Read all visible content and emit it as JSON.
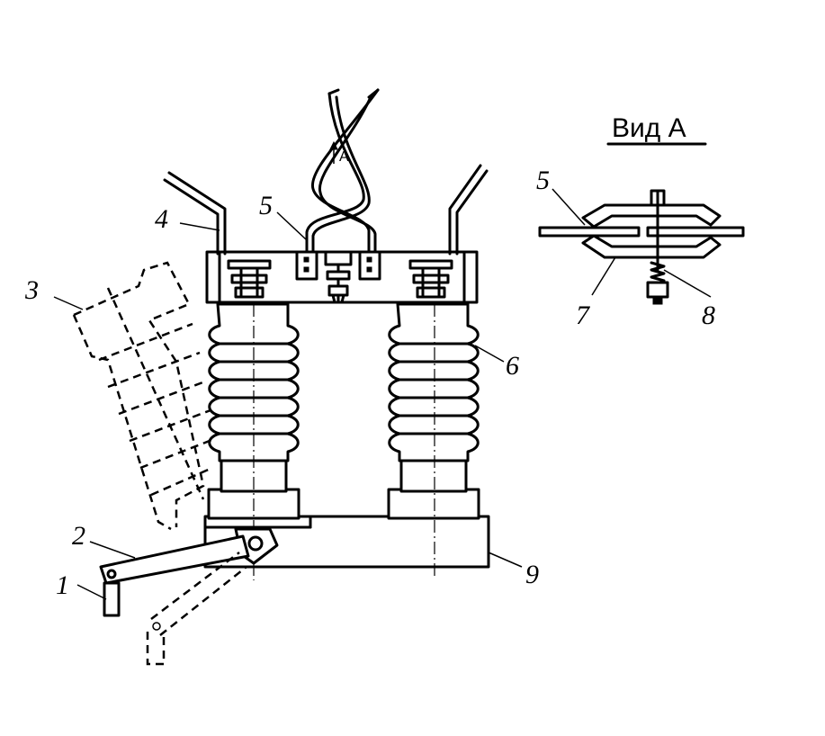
{
  "view": {
    "title": "Вид А",
    "arrow_label": "A"
  },
  "labels": {
    "l1": "1",
    "l2": "2",
    "l3": "3",
    "l4": "4",
    "l5": "5",
    "l6": "6",
    "l7": "7",
    "l8": "8",
    "l9": "9",
    "l5b": "5"
  }
}
